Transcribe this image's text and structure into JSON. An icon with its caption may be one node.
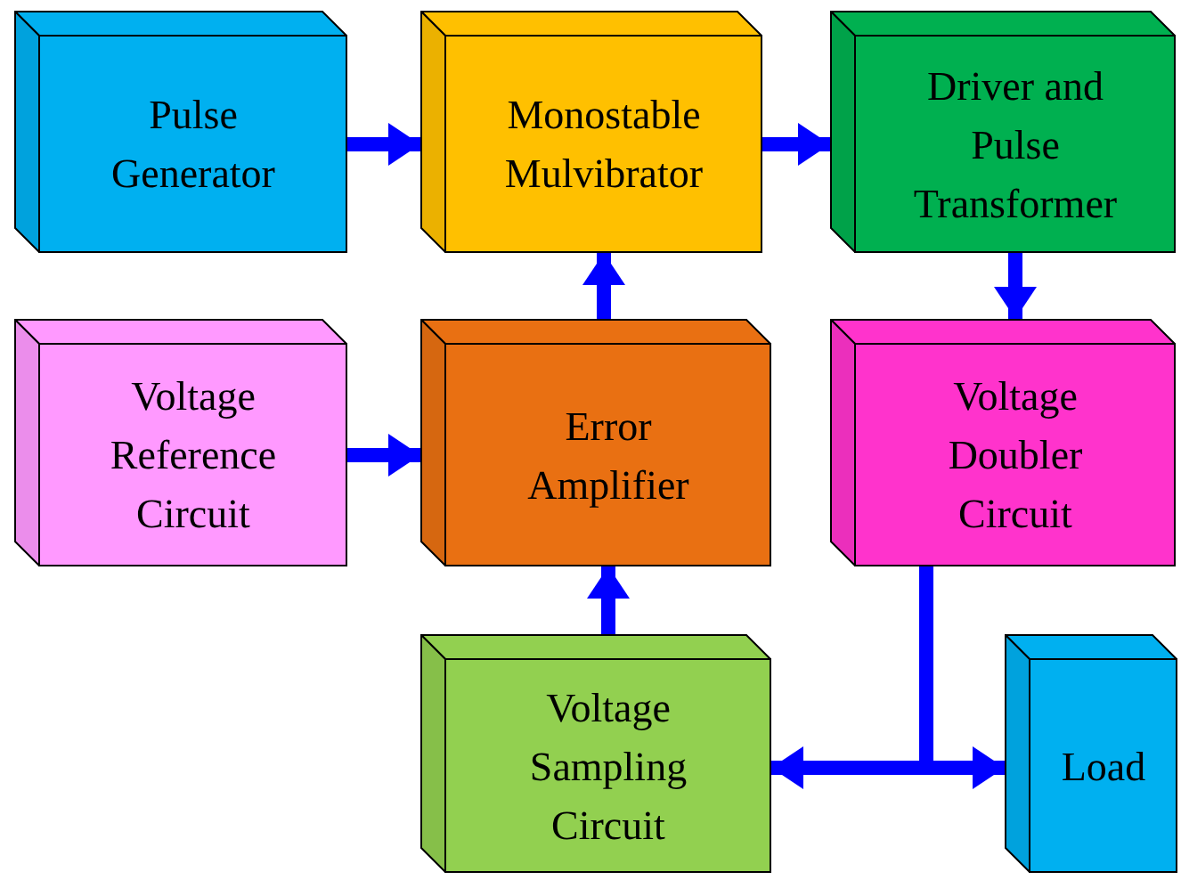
{
  "diagram": {
    "nodes": [
      {
        "text": [
          "Pulse Generator"
        ]
      },
      {
        "text": [
          "Monostable Mulvibrator"
        ]
      },
      {
        "text": [
          "Driver and Pulse Transformer"
        ]
      },
      {
        "text": [
          "Voltage Reference Circuit"
        ]
      },
      {
        "text": [
          "Error Amplifier"
        ]
      },
      {
        "text": [
          "Voltage Doubler Circuit"
        ]
      },
      {
        "text": [
          "Voltage Sampling Circuit"
        ]
      },
      {
        "text": [
          "Load"
        ]
      }
    ],
    "edges": [
      {
        "from": 0,
        "to": 1,
        "arrow": "to"
      },
      {
        "from": 1,
        "to": 2,
        "arrow": "to"
      },
      {
        "from": 2,
        "to": 5,
        "arrow": "to"
      },
      {
        "from": 3,
        "to": 4,
        "arrow": "to"
      },
      {
        "from": 4,
        "to": 1,
        "arrow": "to"
      },
      {
        "from": 6,
        "to": 4,
        "arrow": "to"
      },
      {
        "from": 5,
        "to": 6,
        "arrow": "to"
      },
      {
        "from": 5,
        "to": 7,
        "arrow": "to"
      }
    ]
  }
}
